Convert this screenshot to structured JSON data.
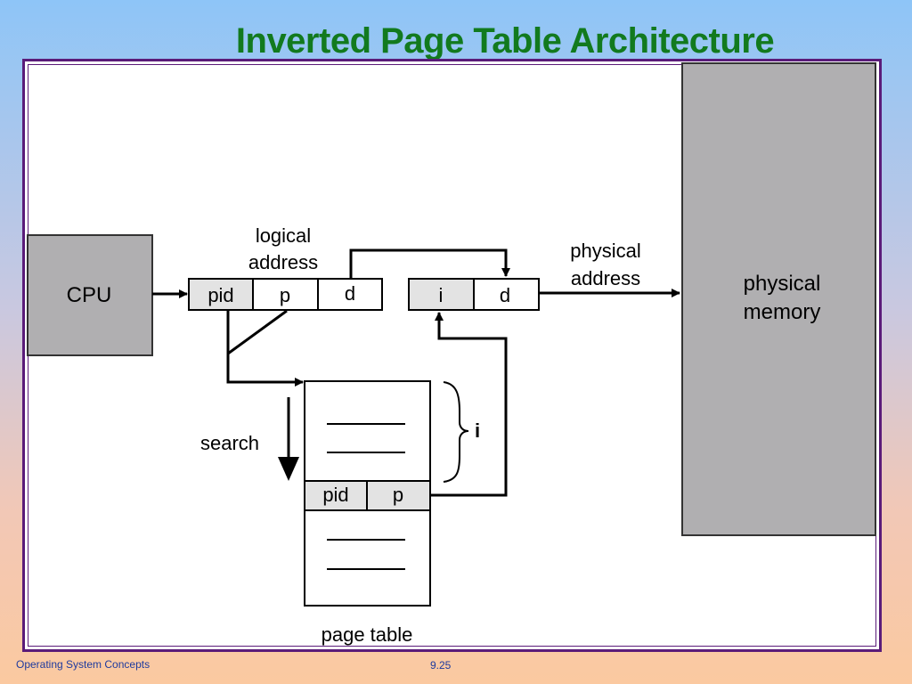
{
  "slide": {
    "title": "Inverted Page Table Architecture",
    "footer_left": "Operating System Concepts",
    "footer_page": "9.25"
  },
  "diagram": {
    "cpu_label": "CPU",
    "logical_address_label": [
      "logical",
      "address"
    ],
    "logical_fields": [
      "pid",
      "p",
      "d"
    ],
    "physical_address_label": [
      "physical",
      "address"
    ],
    "physical_fields": [
      "i",
      "d"
    ],
    "physical_memory_label": [
      "physical",
      "memory"
    ],
    "search_label": "search",
    "page_table_entry": [
      "pid",
      "p"
    ],
    "index_label": "i",
    "page_table_label": "page table"
  },
  "colors": {
    "title": "#127a1e",
    "frame_border": "#5a1b79",
    "box_fill_dark": "#b0afb1",
    "field_fill_light": "#e3e3e3",
    "footer_text": "#1e3a9e"
  }
}
